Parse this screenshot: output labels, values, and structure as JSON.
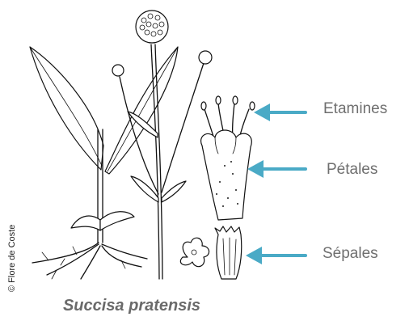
{
  "labels": {
    "etamines": "Etamines",
    "petales": "Pétales",
    "sepales": "Sépales"
  },
  "caption": "Succisa pratensis",
  "credit": "© Flore de Coste",
  "colors": {
    "arrow": "#4aaac6",
    "label_text": "#6f6f6f",
    "ink": "#111111"
  }
}
